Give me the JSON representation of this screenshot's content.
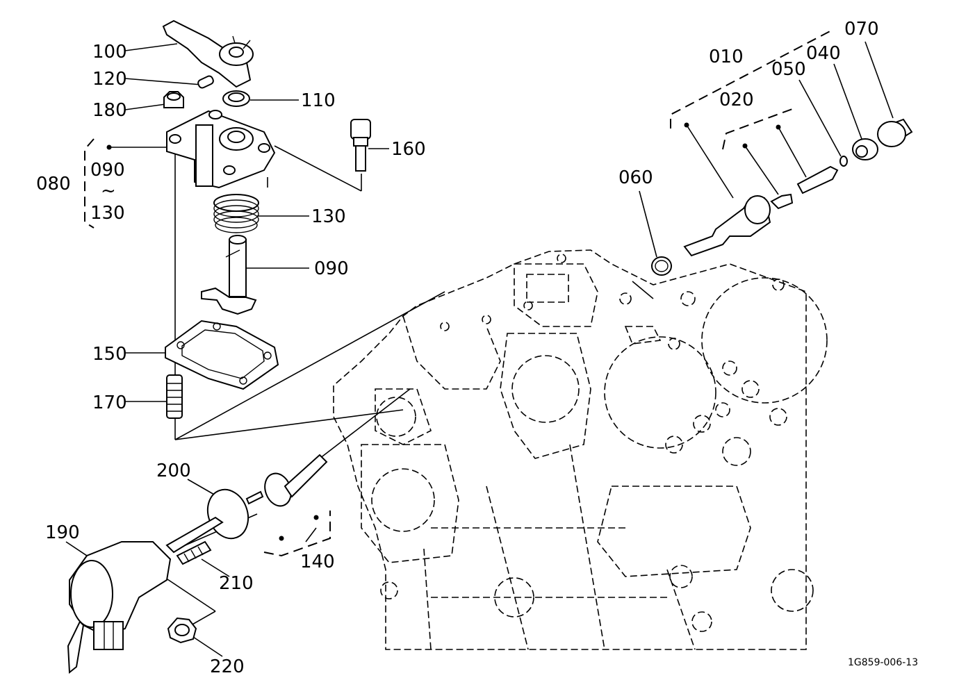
{
  "labels": {
    "p010": "010",
    "p020": "020",
    "p040": "040",
    "p050": "050",
    "p060": "060",
    "p070": "070",
    "p080": "080",
    "p090a": "090",
    "tilde": "~",
    "p130a": "130",
    "p090": "090",
    "p100": "100",
    "p110": "110",
    "p120": "120",
    "p130": "130",
    "p140": "140",
    "p150": "150",
    "p160": "160",
    "p170": "170",
    "p180": "180",
    "p190": "190",
    "p200": "200",
    "p210": "210",
    "p220": "220"
  },
  "drawing_code": "1G859-006-13"
}
